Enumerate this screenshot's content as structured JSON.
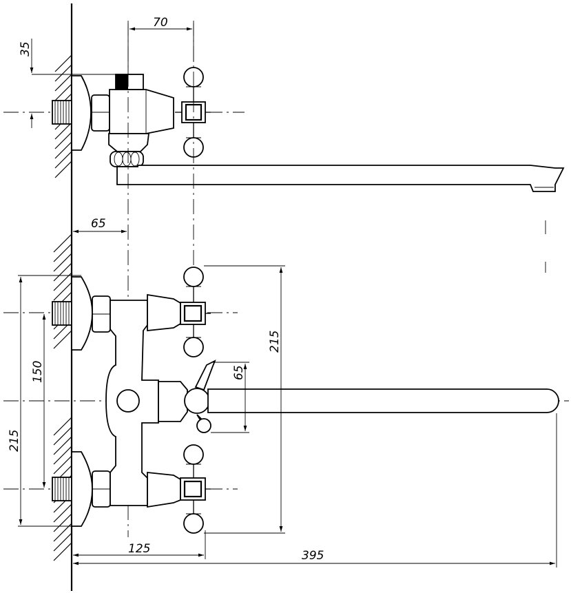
{
  "dimensions": {
    "side_inlet_to_cross": "70",
    "side_inlet_offset": "35",
    "wall_to_body": "65",
    "handle_span": "215",
    "lever_height": "65",
    "inlet_spacing": "150",
    "inlet_outer_span": "215",
    "wall_to_handle": "125",
    "spout_length": "395"
  }
}
